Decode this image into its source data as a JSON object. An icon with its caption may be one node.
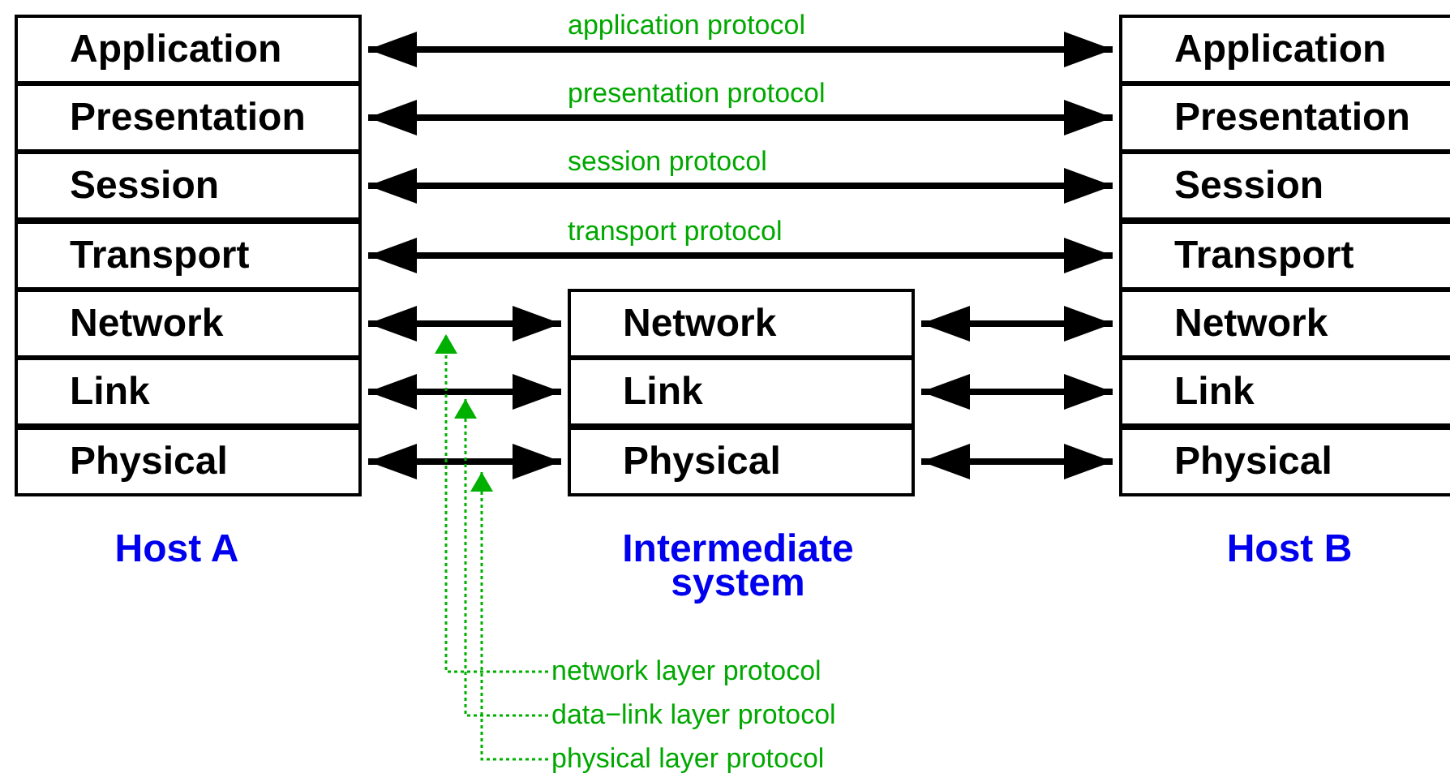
{
  "diagram": {
    "nodes": [
      {
        "text": [
          "Application"
        ]
      },
      {
        "text": [
          "Presentation"
        ]
      },
      {
        "text": [
          "Session"
        ]
      },
      {
        "text": [
          "Transport"
        ]
      },
      {
        "text": [
          "Network"
        ]
      },
      {
        "text": [
          "Link"
        ]
      },
      {
        "text": [
          "Physical"
        ]
      },
      {
        "text": [
          "Network"
        ]
      },
      {
        "text": [
          "Link"
        ]
      },
      {
        "text": [
          "Physical"
        ]
      },
      {
        "text": [
          "Application"
        ]
      },
      {
        "text": [
          "Presentation"
        ]
      },
      {
        "text": [
          "Session"
        ]
      },
      {
        "text": [
          "Transport"
        ]
      },
      {
        "text": [
          "Network"
        ]
      },
      {
        "text": [
          "Link"
        ]
      },
      {
        "text": [
          "Physical"
        ]
      },
      {
        "text": [
          "network layer protocol"
        ]
      },
      {
        "text": [
          "data−link layer protocol"
        ]
      },
      {
        "text": [
          "physical layer protocol"
        ]
      }
    ],
    "edges": [
      {
        "from": 0,
        "to": 10,
        "arrow": "both",
        "label": "application protocol"
      },
      {
        "from": 1,
        "to": 11,
        "arrow": "both",
        "label": "presentation protocol"
      },
      {
        "from": 2,
        "to": 12,
        "arrow": "both",
        "label": "session protocol"
      },
      {
        "from": 3,
        "to": 13,
        "arrow": "both",
        "label": "transport protocol"
      },
      {
        "from": 4,
        "to": 7,
        "arrow": "both"
      },
      {
        "from": 5,
        "to": 8,
        "arrow": "both"
      },
      {
        "from": 6,
        "to": 9,
        "arrow": "both"
      },
      {
        "from": 7,
        "to": 14,
        "arrow": "both"
      },
      {
        "from": 8,
        "to": 15,
        "arrow": "both"
      },
      {
        "from": 9,
        "to": 16,
        "arrow": "both"
      },
      {
        "from": 17,
        "to": null,
        "arrow": "to",
        "style": "dashed",
        "color": "#00b000"
      },
      {
        "from": 18,
        "to": null,
        "arrow": "to",
        "style": "dashed",
        "color": "#00b000"
      },
      {
        "from": 19,
        "to": null,
        "arrow": "to",
        "style": "dashed",
        "color": "#00b000"
      }
    ],
    "labels": [
      "Host A",
      "Intermediate system",
      "Host B"
    ]
  }
}
